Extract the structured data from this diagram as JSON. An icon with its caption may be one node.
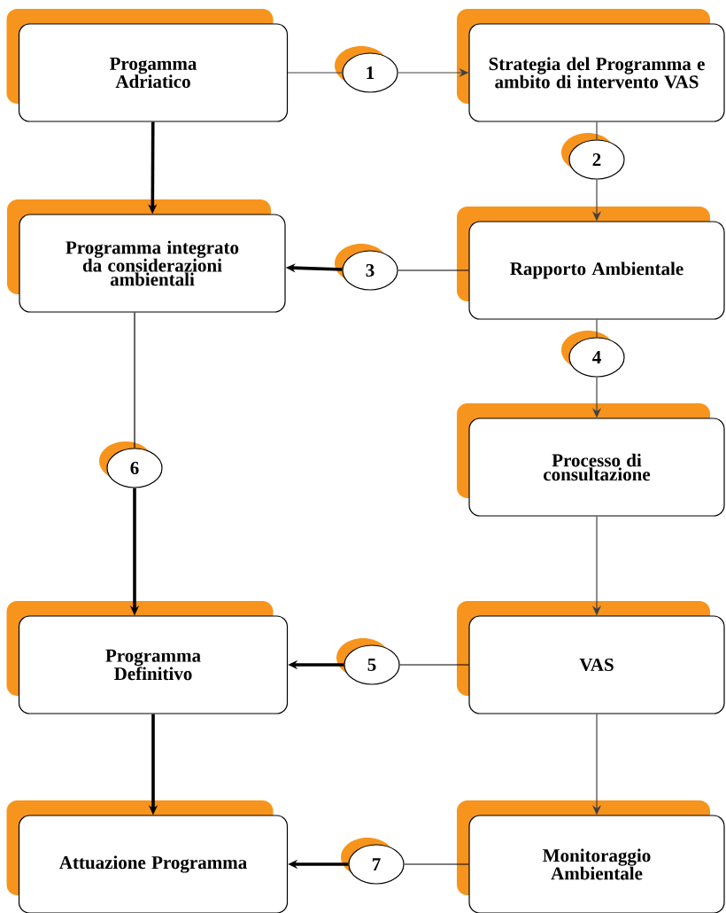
{
  "diagram": {
    "nodes": [
      {
        "text": [
          "Progamma Adriatico"
        ]
      },
      {
        "text": [
          "Strategia del Programma e ambito di intervento VAS"
        ]
      },
      {
        "text": [
          "Programma  integrato da considerazioni ambientali"
        ]
      },
      {
        "text": [
          "Rapporto Ambientale"
        ]
      },
      {
        "text": [
          "Processo di consultazione"
        ]
      },
      {
        "text": [
          "Programma Definitivo"
        ]
      },
      {
        "text": [
          "VAS"
        ]
      },
      {
        "text": [
          "Attuazione Programma"
        ]
      },
      {
        "text": [
          "Monitoraggio Ambientale"
        ]
      },
      {
        "text": [
          "1"
        ]
      },
      {
        "text": [
          "2"
        ]
      },
      {
        "text": [
          "3"
        ]
      },
      {
        "text": [
          "4"
        ]
      },
      {
        "text": [
          "6"
        ]
      },
      {
        "text": [
          "5"
        ]
      },
      {
        "text": [
          "7"
        ]
      }
    ],
    "edges": [
      {
        "from": 0,
        "to": 9,
        "arrow": "none",
        "color": "#404040"
      },
      {
        "from": 9,
        "to": 1,
        "arrow": "to",
        "color": "#404040"
      },
      {
        "from": 1,
        "to": 10,
        "arrow": "none",
        "color": "#404040"
      },
      {
        "from": 10,
        "to": 3,
        "arrow": "to",
        "color": "#404040"
      },
      {
        "from": 3,
        "to": 11,
        "arrow": "none",
        "color": "#000000"
      },
      {
        "from": 11,
        "to": 2,
        "arrow": "to",
        "style": "thick",
        "color": "#000000"
      },
      {
        "from": 3,
        "to": 12,
        "arrow": "none",
        "color": "#404040"
      },
      {
        "from": 12,
        "to": 4,
        "arrow": "to",
        "color": "#404040"
      },
      {
        "from": 0,
        "to": 2,
        "arrow": "to",
        "style": "thick",
        "color": "#000000"
      },
      {
        "from": 2,
        "to": 13,
        "arrow": "none",
        "color": "#000000"
      },
      {
        "from": 13,
        "to": 5,
        "arrow": "to",
        "style": "thick",
        "color": "#000000"
      },
      {
        "from": 4,
        "to": 6,
        "arrow": "to",
        "color": "#404040"
      },
      {
        "from": 6,
        "to": 14,
        "arrow": "none",
        "color": "#000000"
      },
      {
        "from": 14,
        "to": 5,
        "arrow": "to",
        "style": "thick",
        "color": "#000000"
      },
      {
        "from": 5,
        "to": 7,
        "arrow": "to",
        "style": "thick",
        "color": "#000000"
      },
      {
        "from": 6,
        "to": 8,
        "arrow": "to",
        "color": "#404040"
      },
      {
        "from": 8,
        "to": 15,
        "arrow": "none",
        "color": "#000000"
      },
      {
        "from": 15,
        "to": 7,
        "arrow": "to",
        "style": "thick",
        "color": "#000000"
      }
    ]
  }
}
